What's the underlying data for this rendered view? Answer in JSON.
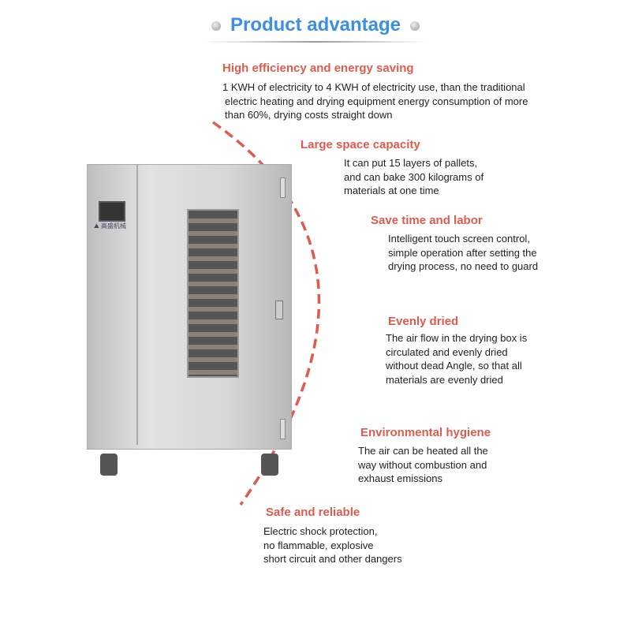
{
  "title": "Product advantage",
  "colors": {
    "title": "#3a8fe8",
    "heading": "#e05a4e",
    "arc": "#e05a4e"
  },
  "machine": {
    "logo_text": "高盛机械"
  },
  "features": [
    {
      "heading": "High efficiency and energy saving",
      "lines": [
        "1 KWH of electricity to 4 KWH of electricity use, than the traditional",
        "electric heating and drying equipment energy consumption of more",
        "than 60%, drying costs straight down"
      ]
    },
    {
      "heading": "Large space capacity",
      "lines": [
        "It can put 15 layers of pallets,",
        "and can bake 300 kilograms of",
        "materials at one time"
      ]
    },
    {
      "heading": "Save time and labor",
      "lines": [
        "Intelligent touch screen control,",
        "simple operation after setting the",
        "drying process, no need to guard"
      ]
    },
    {
      "heading": "Evenly dried",
      "lines": [
        "The air flow in the drying box is",
        "circulated and evenly dried",
        "without dead Angle, so that all",
        "materials are evenly dried"
      ]
    },
    {
      "heading": "Environmental hygiene",
      "lines": [
        "The air can be heated all the",
        "way without combustion and",
        "exhaust emissions"
      ]
    },
    {
      "heading": "Safe and reliable",
      "lines": [
        "Electric shock protection,",
        "no flammable, explosive",
        "short circuit and other dangers"
      ]
    }
  ]
}
